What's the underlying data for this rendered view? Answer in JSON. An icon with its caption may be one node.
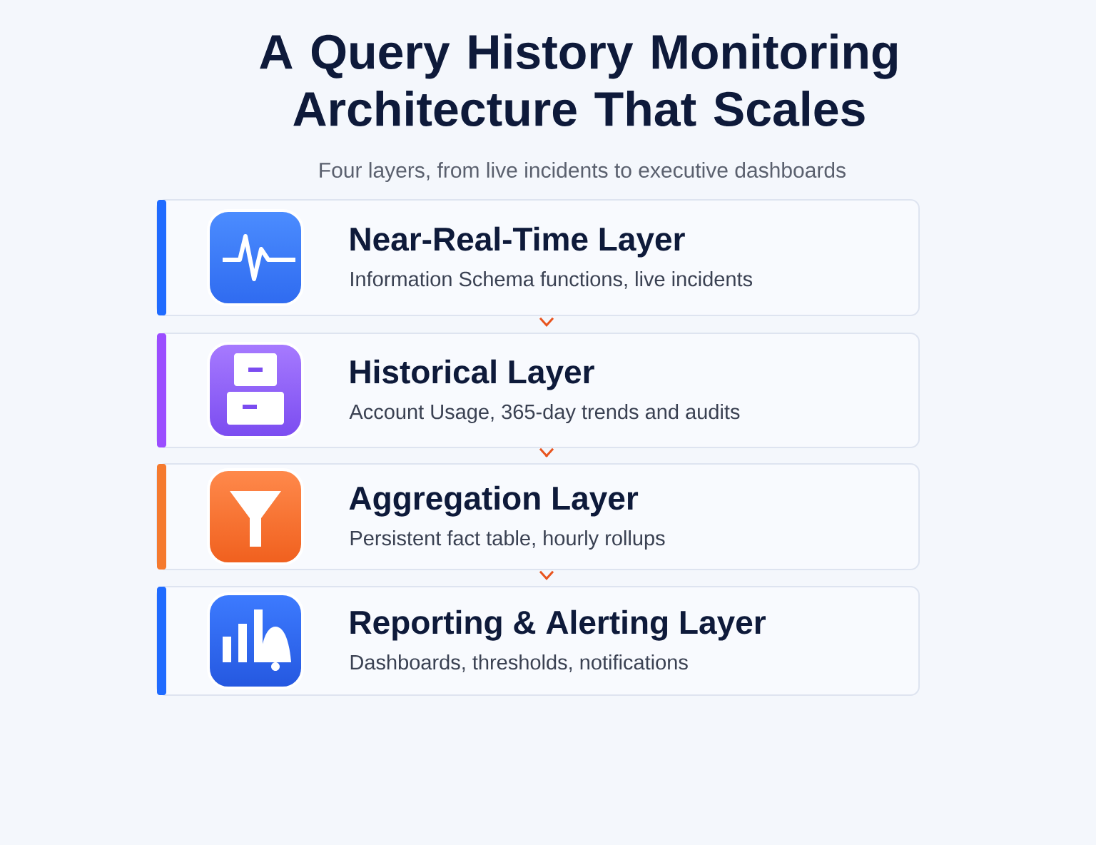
{
  "diagram": {
    "title": "A Query History Monitoring Architecture That Scales",
    "nodes": [
      {
        "text": [
          "Near-Real-Time Layer",
          "Information Schema functions, live incidents"
        ]
      },
      {
        "text": [
          "Historical Layer",
          "Account Usage, 365-day trends and audits"
        ]
      },
      {
        "text": [
          "Aggregation Layer",
          "Persistent fact table, hourly rollups"
        ]
      },
      {
        "text": [
          "Reporting & Alerting Layer",
          "Dashboards, thresholds, notifications"
        ]
      }
    ],
    "edges": [
      {
        "from": 0,
        "to": 1,
        "arrow": "to"
      },
      {
        "from": 1,
        "to": 2,
        "arrow": "to"
      },
      {
        "from": 2,
        "to": 3,
        "arrow": "to"
      }
    ],
    "labels": [
      "Four layers, from live incidents to executive dashboards"
    ]
  }
}
